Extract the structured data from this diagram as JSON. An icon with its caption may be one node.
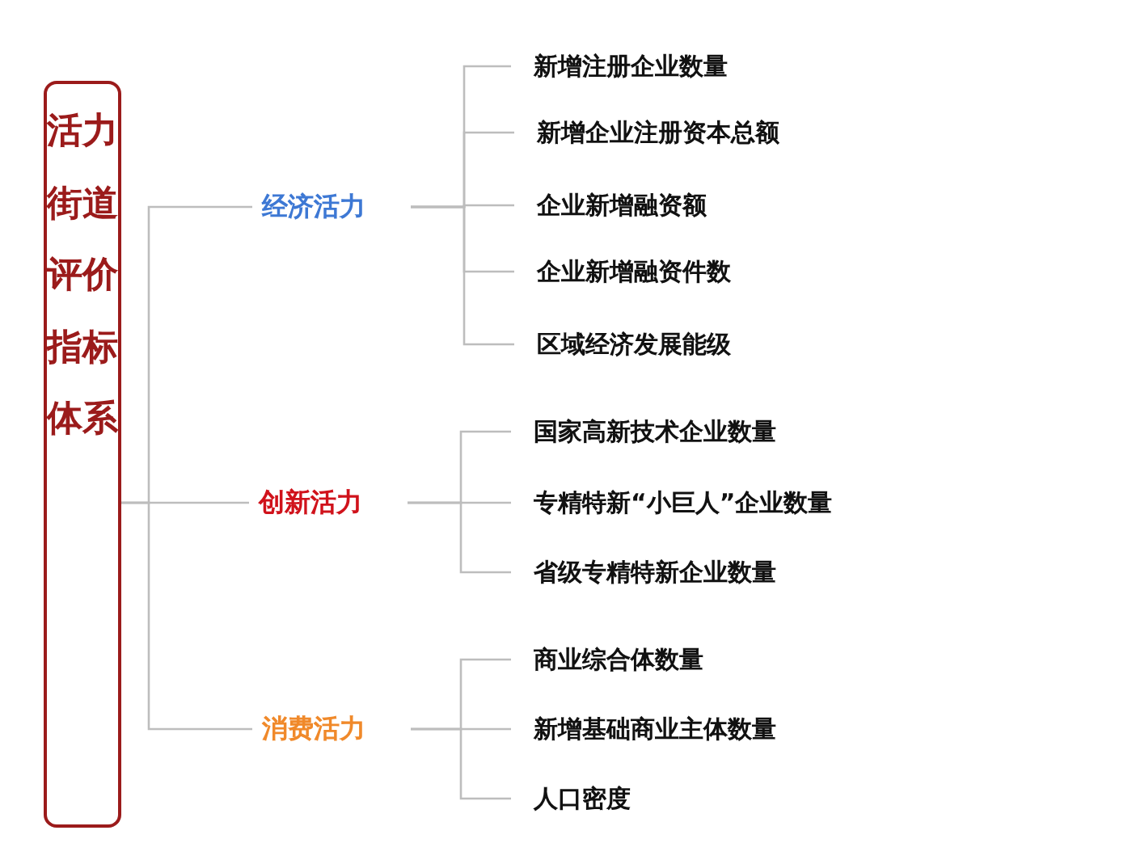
{
  "diagram": {
    "nodes": [
      {
        "text": [
          "活力街道评价指标体系"
        ]
      },
      {
        "text": [
          "经济活力"
        ]
      },
      {
        "text": [
          "创新活力"
        ]
      },
      {
        "text": [
          "消费活力"
        ]
      },
      {
        "text": [
          "新增注册企业数量"
        ]
      },
      {
        "text": [
          "新增企业注册资本总额"
        ]
      },
      {
        "text": [
          "企业新增融资额"
        ]
      },
      {
        "text": [
          "企业新增融资件数"
        ]
      },
      {
        "text": [
          "区域经济发展能级"
        ]
      },
      {
        "text": [
          "国家高新技术企业数量"
        ]
      },
      {
        "text": [
          "专精特新“小巨人”企业数量"
        ]
      },
      {
        "text": [
          "省级专精特新企业数量"
        ]
      },
      {
        "text": [
          "商业综合体数量"
        ]
      },
      {
        "text": [
          "新增基础商业主体数量"
        ]
      },
      {
        "text": [
          "人口密度"
        ]
      }
    ],
    "edges": [
      {
        "from": 0,
        "to": 1,
        "arrow": "none"
      },
      {
        "from": 0,
        "to": 2,
        "arrow": "none"
      },
      {
        "from": 0,
        "to": 3,
        "arrow": "none"
      },
      {
        "from": 1,
        "to": 4,
        "arrow": "none"
      },
      {
        "from": 1,
        "to": 5,
        "arrow": "none"
      },
      {
        "from": 1,
        "to": 6,
        "arrow": "none"
      },
      {
        "from": 1,
        "to": 7,
        "arrow": "none"
      },
      {
        "from": 1,
        "to": 8,
        "arrow": "none"
      },
      {
        "from": 2,
        "to": 9,
        "arrow": "none"
      },
      {
        "from": 2,
        "to": 10,
        "arrow": "none"
      },
      {
        "from": 2,
        "to": 11,
        "arrow": "none"
      },
      {
        "from": 3,
        "to": 12,
        "arrow": "none"
      },
      {
        "from": 3,
        "to": 13,
        "arrow": "none"
      },
      {
        "from": 3,
        "to": 14,
        "arrow": "none"
      }
    ]
  }
}
